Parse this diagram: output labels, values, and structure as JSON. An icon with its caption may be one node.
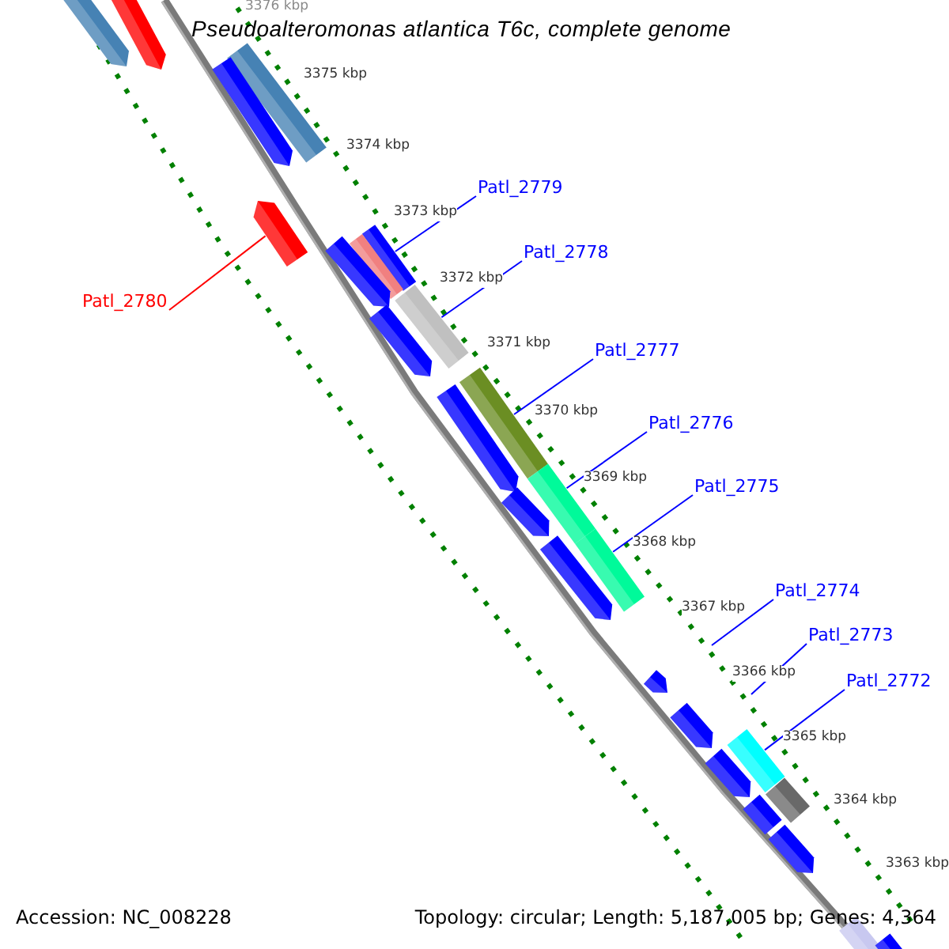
{
  "diagram": {
    "title": "Pseudoalteromonas atlantica T6c, complete genome",
    "nodes": [
      {
        "text": [
          "Patl_2779"
        ]
      },
      {
        "text": [
          "Patl_2778"
        ]
      },
      {
        "text": [
          "Patl_2780"
        ]
      },
      {
        "text": [
          "Patl_2777"
        ]
      },
      {
        "text": [
          "Patl_2776"
        ]
      },
      {
        "text": [
          "Patl_2775"
        ]
      },
      {
        "text": [
          "Patl_2774"
        ]
      },
      {
        "text": [
          "Patl_2773"
        ]
      },
      {
        "text": [
          "Patl_2772"
        ]
      },
      {
        "text": [],
        "shape": "arrow"
      },
      {
        "text": [],
        "shape": "arrow"
      },
      {
        "text": [],
        "shape": "bar"
      },
      {
        "text": [],
        "shape": "arrow"
      },
      {
        "text": [],
        "shape": "arrow"
      },
      {
        "text": [],
        "shape": "bar"
      },
      {
        "text": [],
        "shape": "bar"
      },
      {
        "text": [],
        "shape": "arrow"
      },
      {
        "text": [],
        "shape": "bar"
      },
      {
        "text": [],
        "shape": "arrow"
      },
      {
        "text": [],
        "shape": "bar"
      },
      {
        "text": [],
        "shape": "arrow"
      },
      {
        "text": [],
        "shape": "bar"
      },
      {
        "text": [],
        "shape": "arrow"
      },
      {
        "text": [],
        "shape": "bar"
      },
      {
        "text": [],
        "shape": "arrow"
      },
      {
        "text": [],
        "shape": "arrow"
      },
      {
        "text": [],
        "shape": "arrow"
      },
      {
        "text": [],
        "shape": "bar"
      },
      {
        "text": [],
        "shape": "arrow"
      },
      {
        "text": [],
        "shape": "bar"
      },
      {
        "text": [],
        "shape": "bar"
      },
      {
        "text": [],
        "shape": "arrow"
      },
      {
        "text": [],
        "shape": "bar"
      },
      {
        "text": [],
        "shape": "bar"
      }
    ],
    "edges": [
      {
        "from": 0,
        "to": 14,
        "arrow": "none"
      },
      {
        "from": 1,
        "to": 17,
        "arrow": "none"
      },
      {
        "from": 2,
        "to": 13,
        "arrow": "none",
        "color": "#ff0000"
      },
      {
        "from": 3,
        "to": 19,
        "arrow": "none"
      },
      {
        "from": 4,
        "to": 21,
        "arrow": "none"
      },
      {
        "from": 5,
        "to": 23,
        "arrow": "none"
      },
      {
        "from": 6,
        "to": null,
        "arrow": "none"
      },
      {
        "from": 7,
        "to": null,
        "arrow": "none"
      },
      {
        "from": 8,
        "to": 27,
        "arrow": "none"
      }
    ],
    "labels": [
      "3376 kbp",
      "3375 kbp",
      "3374 kbp",
      "3373 kbp",
      "3372 kbp",
      "3371 kbp",
      "3370 kbp",
      "3369 kbp",
      "3368 kbp",
      "3367 kbp",
      "3366 kbp",
      "3365 kbp",
      "3364 kbp",
      "3363 kbp",
      "Accession: NC_008228",
      "Topology: circular; Length: 5,187,005 bp; Genes: 4,364"
    ]
  }
}
